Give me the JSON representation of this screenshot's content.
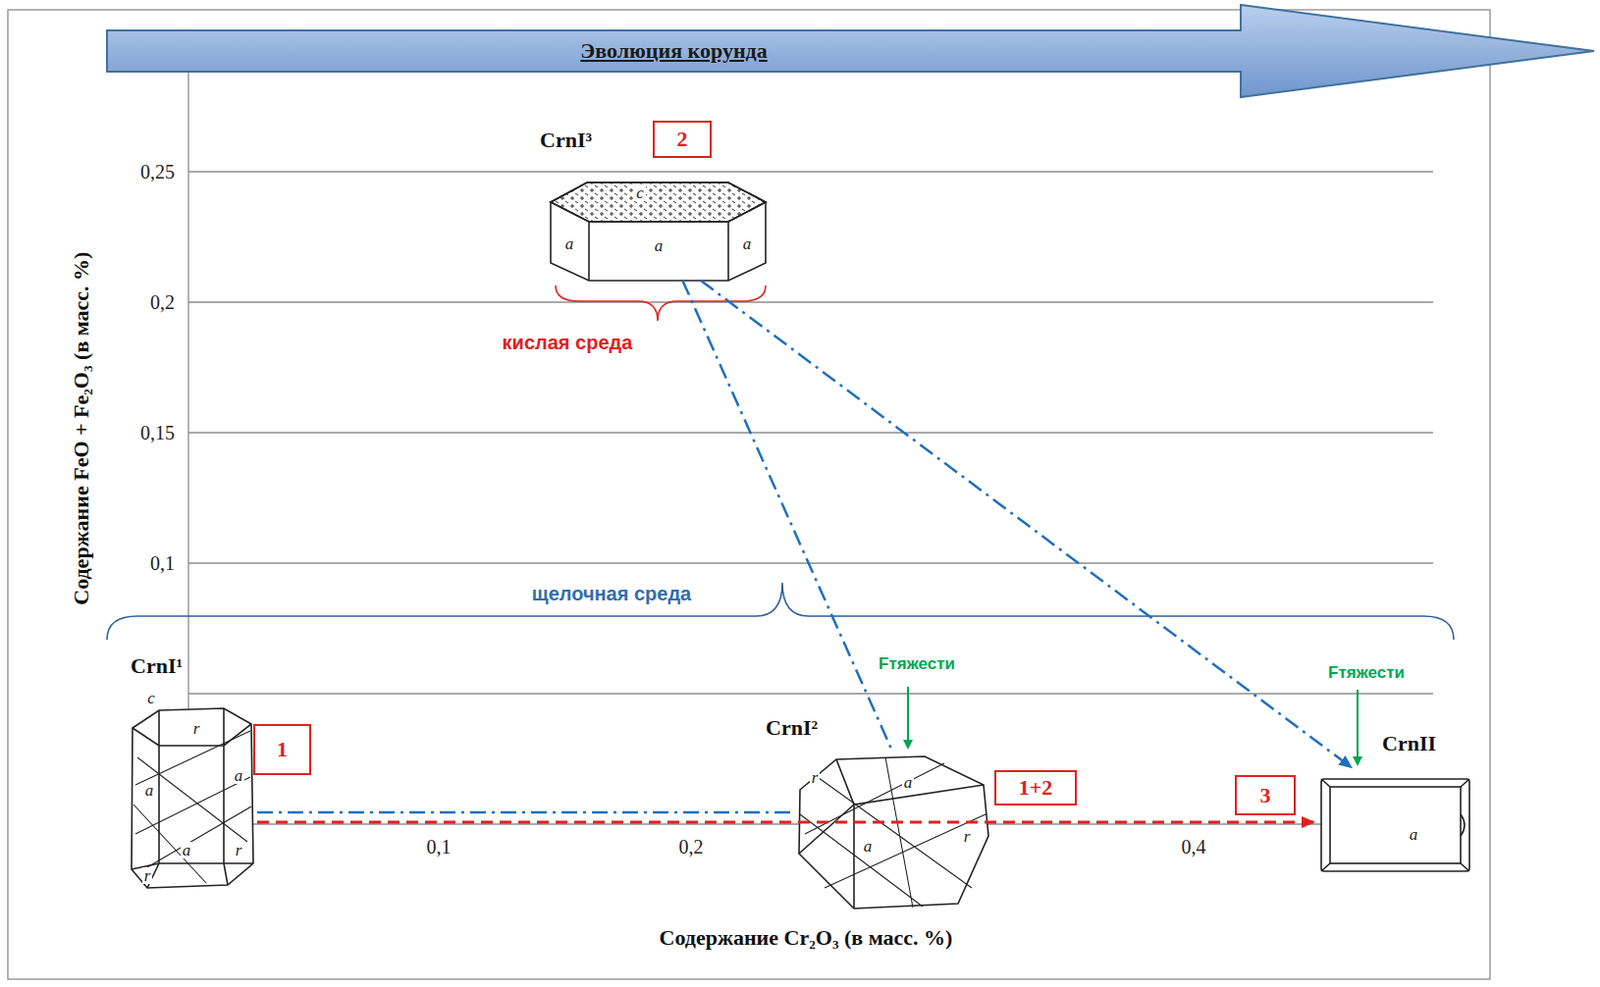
{
  "diagram": {
    "nodes": [
      {
        "text": [
          "Эволюция корунда"
        ]
      },
      {
        "text": [
          "CrnI³"
        ]
      },
      {
        "text": [
          "2"
        ]
      },
      {
        "text": [
          "CrnI¹"
        ]
      },
      {
        "text": [
          "1"
        ]
      },
      {
        "text": [
          "CrnI²"
        ]
      },
      {
        "text": [
          "1+2"
        ]
      },
      {
        "text": [
          "3"
        ]
      },
      {
        "text": [
          "CrnII"
        ]
      }
    ],
    "edges": [
      {
        "from": 3,
        "to": 5,
        "arrow": "none"
      },
      {
        "from": 3,
        "to": 8,
        "arrow": "to"
      },
      {
        "from": 1,
        "to": 5,
        "arrow": "none"
      },
      {
        "from": 1,
        "to": 8,
        "arrow": "to"
      }
    ],
    "labels": [
      "0,25",
      "0,2",
      "0,15",
      "0,1",
      "0,1",
      "0,2",
      "0,4",
      "Содержание FeO + Fe₂O₃ (в масс. %)",
      "Содержание Cr₂O₃ (в масс. %)",
      "кислая среда",
      "щелочная среда",
      "Fтяжести",
      "Fтяжести",
      "c",
      "a",
      "a",
      "a",
      "c",
      "r",
      "a",
      "a",
      "a",
      "r",
      "r",
      "r",
      "a",
      "a",
      "r",
      "a"
    ]
  }
}
